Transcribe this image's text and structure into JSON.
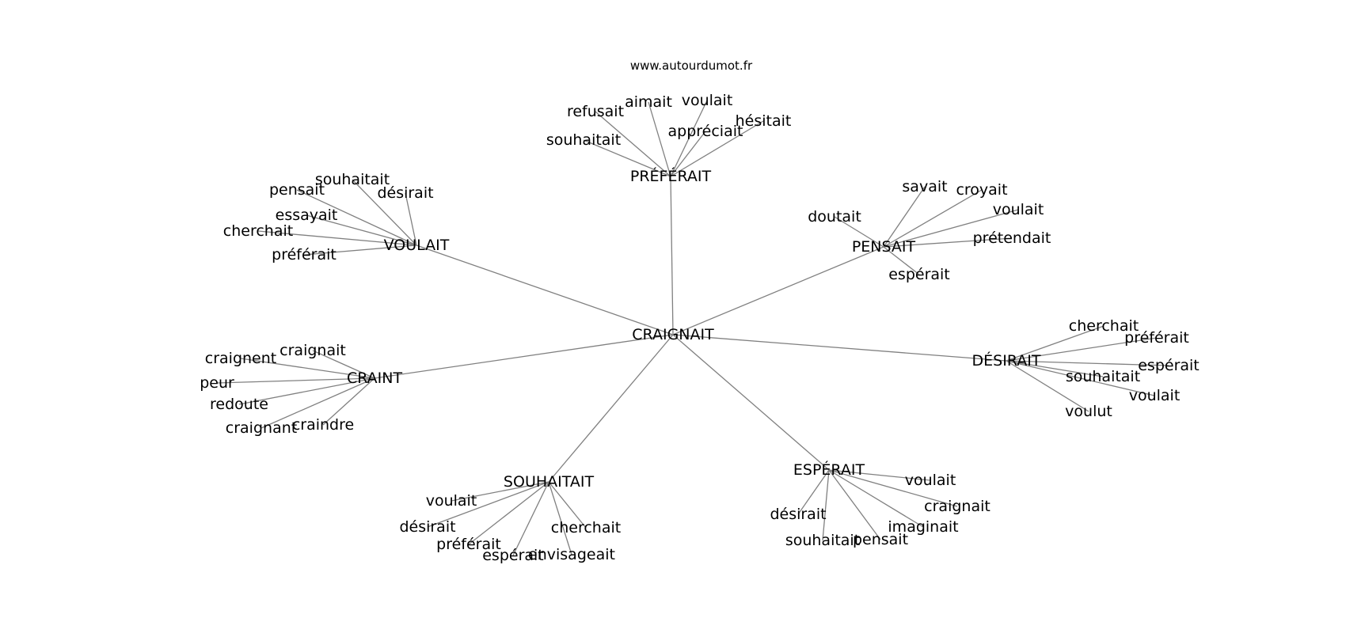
{
  "site": "www.autourdumot.fr",
  "center": "CRAIGNAIT",
  "groups": [
    {
      "word": "PRÉFÉRAIT",
      "synonyms": [
        "refusait",
        "aimait",
        "voulait",
        "hésitait",
        "souhaitait",
        "appréciait"
      ]
    },
    {
      "word": "VOULAIT",
      "synonyms": [
        "souhaitait",
        "pensait",
        "désirait",
        "essayait",
        "cherchait",
        "préférait"
      ]
    },
    {
      "word": "PENSAIT",
      "synonyms": [
        "savait",
        "croyait",
        "doutait",
        "voulait",
        "prétendait",
        "espérait"
      ]
    },
    {
      "word": "CRAINT",
      "synonyms": [
        "craignait",
        "craignent",
        "peur",
        "redoute",
        "craignant",
        "craindre"
      ]
    },
    {
      "word": "DÉSIRAIT",
      "synonyms": [
        "cherchait",
        "préférait",
        "espérait",
        "souhaitait",
        "voulait",
        "voulut"
      ]
    },
    {
      "word": "SOUHAITAIT",
      "synonyms": [
        "voulait",
        "désirait",
        "préférait",
        "cherchait",
        "espérait",
        "envisageait"
      ]
    },
    {
      "word": "ESPÉRAIT",
      "synonyms": [
        "voulait",
        "craignait",
        "désirait",
        "imaginait",
        "souhaitait",
        "pensait"
      ]
    }
  ],
  "colors": {
    "edge": "#808080",
    "text": "#000000",
    "background": "#ffffff"
  }
}
